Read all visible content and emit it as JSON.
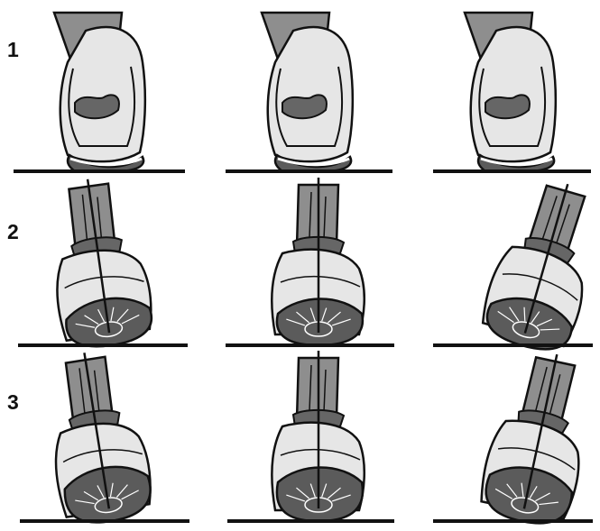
{
  "rows": [
    {
      "label": "1",
      "view": "heel",
      "lean_deg": [
        0,
        0,
        0
      ]
    },
    {
      "label": "2",
      "view": "strike",
      "lean_deg": [
        -8,
        0,
        16
      ]
    },
    {
      "label": "3",
      "view": "sole",
      "lean_deg": [
        -9,
        0,
        12
      ]
    }
  ],
  "colors": {
    "ink": "#111111",
    "shoe": "#e6e6e6",
    "sock": "#8e8e8e",
    "sole": "#5b5b5b",
    "heel_pad": "#666666",
    "ground": "#111111"
  }
}
